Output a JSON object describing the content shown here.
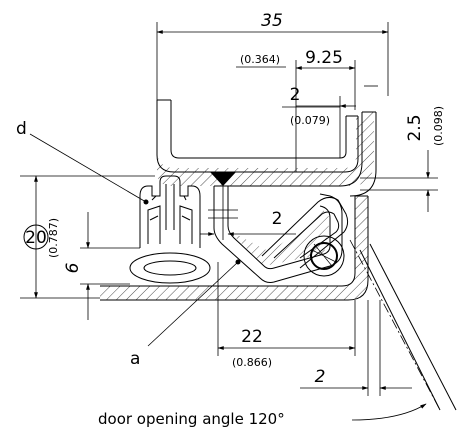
{
  "dimensions": {
    "overall_width": {
      "value": "35"
    },
    "gap_9_25": {
      "value": "9.25",
      "inch": "(0.364)"
    },
    "wall_2": {
      "value": "2",
      "inch": "(0.079)"
    },
    "offset_2_5": {
      "value": "2.5",
      "inch": "(0.098)"
    },
    "height_20": {
      "value": "20",
      "inch": "(0.787)"
    },
    "seal_6": {
      "value": "6"
    },
    "inner_2": {
      "value": "2"
    },
    "depth_22": {
      "value": "22",
      "inch": "(0.866)"
    },
    "bottom_2": {
      "value": "2"
    }
  },
  "callouts": {
    "a": "a",
    "d": "d"
  },
  "caption": "door opening angle 120°"
}
